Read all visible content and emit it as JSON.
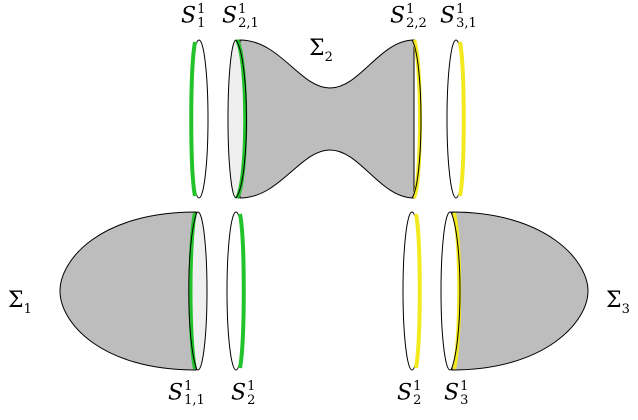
{
  "colors": {
    "surface_fill": "#bdbdbd",
    "disk_fill": "#efefef",
    "green": "#22c32a",
    "yellow": "#f2ea1e",
    "stroke": "#000000"
  },
  "surfaces": [
    {
      "name": "Sigma_1",
      "label_base": "Σ",
      "label_sub": "1"
    },
    {
      "name": "Sigma_2",
      "label_base": "Σ",
      "label_sub": "2"
    },
    {
      "name": "Sigma_3",
      "label_base": "Σ",
      "label_sub": "3"
    }
  ],
  "circles": {
    "s1": {
      "base": "S",
      "sup": "1",
      "sub": "1"
    },
    "s21": {
      "base": "S",
      "sup": "1",
      "sub": "2,1"
    },
    "s22": {
      "base": "S",
      "sup": "1",
      "sub": "2,2"
    },
    "s31": {
      "base": "S",
      "sup": "1",
      "sub": "3,1"
    },
    "s11": {
      "base": "S",
      "sup": "1",
      "sub": "1,1"
    },
    "s2a": {
      "base": "S",
      "sup": "1",
      "sub": "2"
    },
    "s2b": {
      "base": "S",
      "sup": "1",
      "sub": "2"
    },
    "s3": {
      "base": "S",
      "sup": "1",
      "sub": "3"
    }
  }
}
